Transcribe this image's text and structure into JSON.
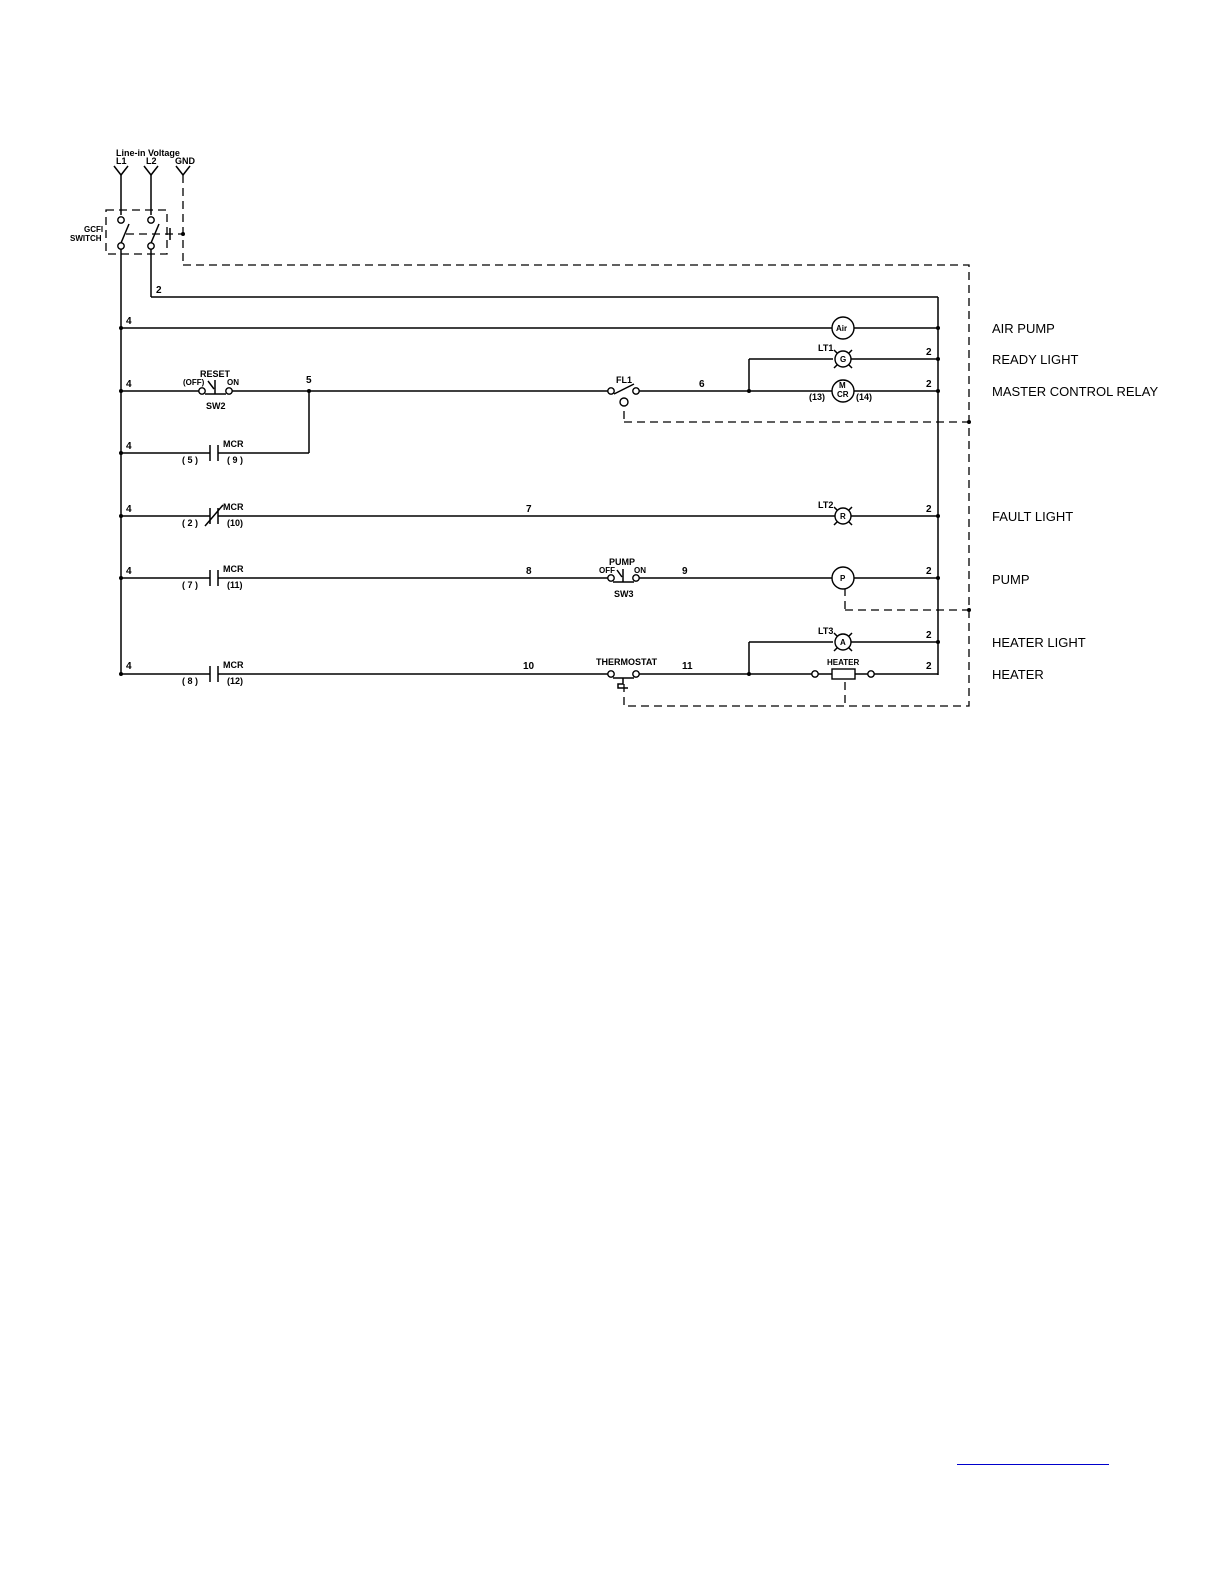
{
  "supply": {
    "title": "Line-in Voltage",
    "l1": "L1",
    "l2": "L2",
    "gnd": "GND",
    "gcfi_line1": "GCFI",
    "gcfi_line2": "SWITCH"
  },
  "wire_numbers": {
    "w2_top": "2",
    "w4": "4",
    "w2": "2",
    "w5": "5",
    "w6": "6",
    "w7": "7",
    "w8": "8",
    "w9": "9",
    "w10": "10",
    "w11": "11"
  },
  "components": {
    "air_symbol": "Air",
    "lt1": "LT1",
    "g": "G",
    "m": "M",
    "cr": "CR",
    "t13": "(13)",
    "t14": "(14)",
    "reset": "RESET",
    "off_paren": "(OFF)",
    "on": "ON",
    "off": "OFF",
    "sw2": "SW2",
    "fl1": "FL1",
    "mcr": "MCR",
    "t5": "( 5 )",
    "t9": "( 9 )",
    "t2": "( 2 )",
    "t10": "(10)",
    "t7": "( 7 )",
    "t11": "(11)",
    "t8": "( 8 )",
    "t12": "(12)",
    "lt2": "LT2",
    "r": "R",
    "pump": "PUMP",
    "sw3": "SW3",
    "p": "P",
    "lt3": "LT3",
    "a": "A",
    "thermostat": "THERMOSTAT",
    "heater": "HEATER"
  },
  "rung_descriptions": {
    "air_pump": "AIR PUMP",
    "ready_light": "READY LIGHT",
    "master_control_relay": "MASTER CONTROL RELAY",
    "fault_light": "FAULT LIGHT",
    "pump": "PUMP",
    "heater_light": "HEATER LIGHT",
    "heater": "HEATER"
  }
}
